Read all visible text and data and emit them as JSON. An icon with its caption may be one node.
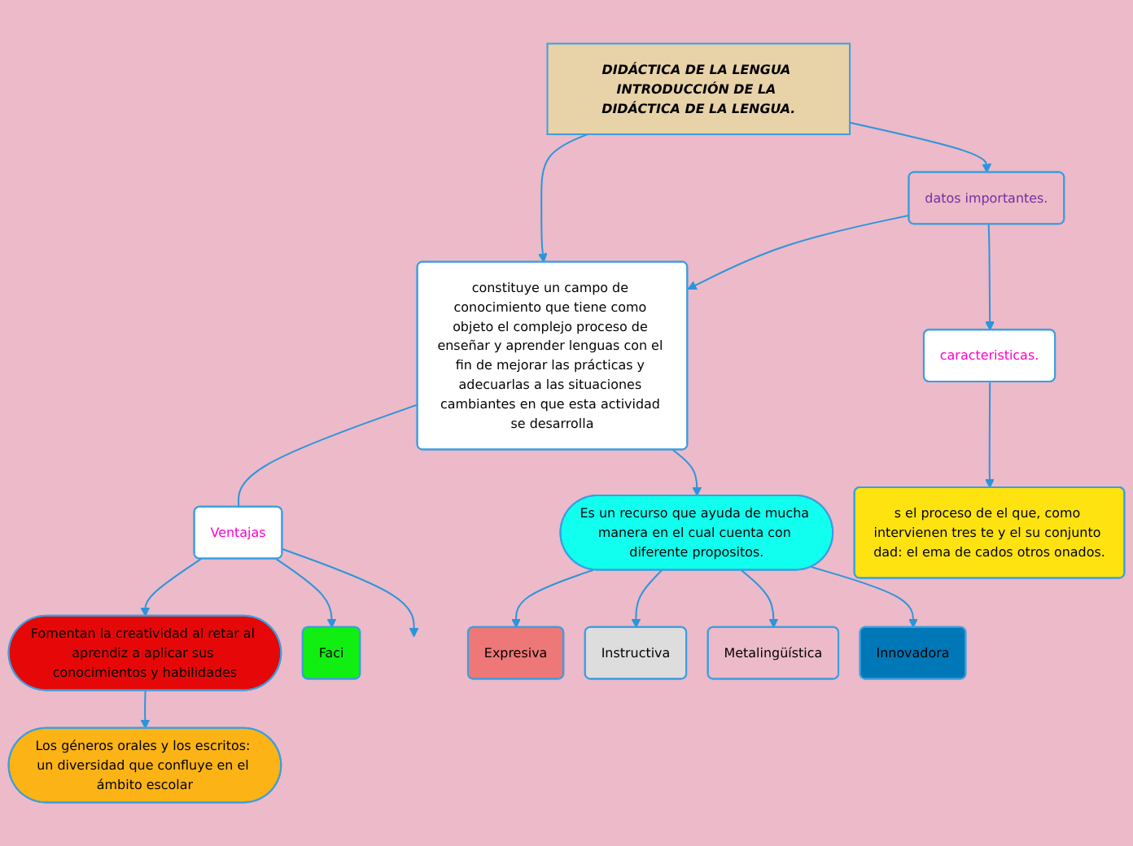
{
  "diagram": {
    "nodes": [
      {
        "text": [
          "DIDÁCTICA DE LA LENGUA INTRODUCCIÓN DE LA DIDÁCTICA DE LA LENGUA."
        ]
      },
      {
        "text": [
          "datos importantes."
        ]
      },
      {
        "text": [
          "constituye un campo de conocimiento que tiene como objeto el complejo proceso de enseñar y aprender lenguas con el fin de mejorar las prácticas y adecuarlas a las situaciones cambiantes en que esta actividad se desarrolla"
        ]
      },
      {
        "text": [
          "caracteristicas."
        ]
      },
      {
        "text": [
          "s el proceso de el que, como intervienen tres te y el su conjunto dad: el ema de cados otros onados."
        ]
      },
      {
        "text": [
          "Ventajas"
        ]
      },
      {
        "text": [
          "Es un recurso que ayuda de mucha manera en el cual cuenta con diferente propositos."
        ]
      },
      {
        "text": [
          "Fomentan la creatividad al retar al aprendiz a aplicar sus conocimientos y habilidades"
        ]
      },
      {
        "text": [
          "Faci"
        ]
      },
      {
        "text": [
          "Expresiva"
        ]
      },
      {
        "text": [
          "Instructiva"
        ]
      },
      {
        "text": [
          "Metalingüística"
        ]
      },
      {
        "text": [
          "Innovadora"
        ]
      },
      {
        "text": [
          "Los géneros orales y los escritos: un diversidad que confluye en el ámbito escolar"
        ]
      }
    ],
    "edges": [
      {
        "from": 0,
        "to": 2,
        "arrow": "to"
      },
      {
        "from": 0,
        "to": 1,
        "arrow": "to"
      },
      {
        "from": 1,
        "to": 2,
        "arrow": "to"
      },
      {
        "from": 1,
        "to": 3,
        "arrow": "to"
      },
      {
        "from": 3,
        "to": 4,
        "arrow": "to"
      },
      {
        "from": 2,
        "to": 5,
        "arrow": "none"
      },
      {
        "from": 2,
        "to": 6,
        "arrow": "to"
      },
      {
        "from": 5,
        "to": 7,
        "arrow": "to"
      },
      {
        "from": 5,
        "to": 8,
        "arrow": "to"
      },
      {
        "from": 5,
        "to": null,
        "arrow": "to"
      },
      {
        "from": 6,
        "to": 9,
        "arrow": "to"
      },
      {
        "from": 6,
        "to": 10,
        "arrow": "to"
      },
      {
        "from": 6,
        "to": 11,
        "arrow": "to"
      },
      {
        "from": 6,
        "to": 12,
        "arrow": "to"
      },
      {
        "from": 7,
        "to": 13,
        "arrow": "to"
      }
    ]
  }
}
